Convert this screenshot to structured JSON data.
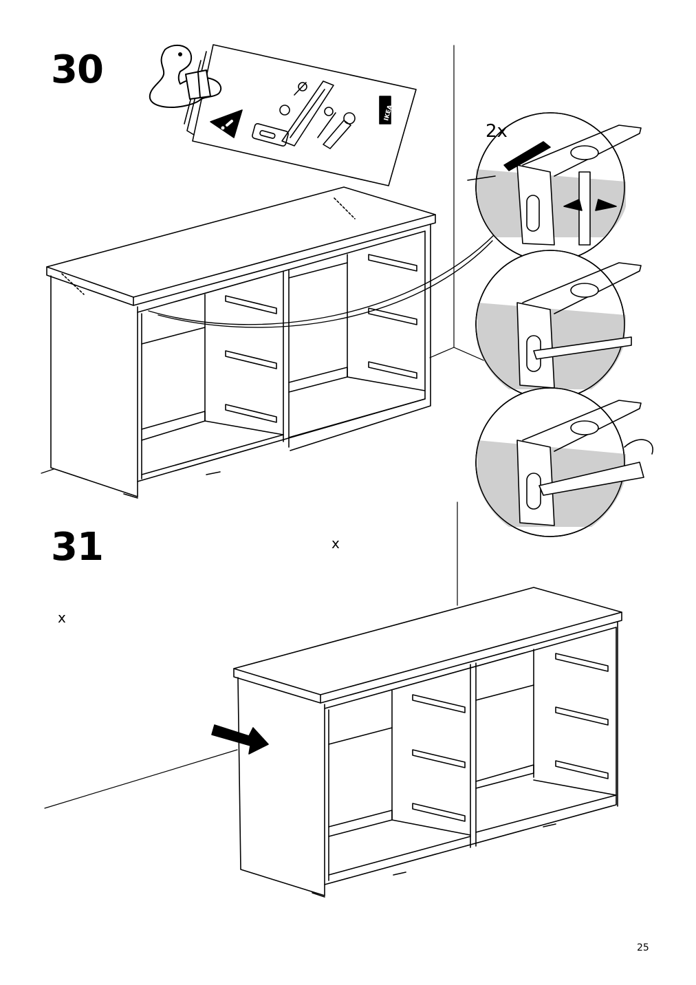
{
  "steps": [
    {
      "number": "30"
    },
    {
      "number": "31"
    }
  ],
  "callout_multiplier": "2x",
  "marker_a": "x",
  "marker_b": "x",
  "page_number": "25",
  "icons": {
    "booklet": "instruction-booklet-icon",
    "warning": "warning-triangle-icon",
    "brand": "IKEA"
  }
}
